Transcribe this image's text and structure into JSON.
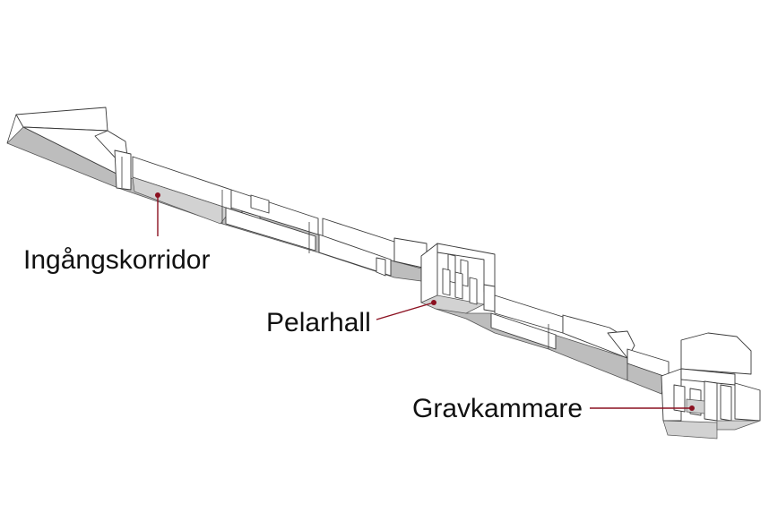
{
  "labels": {
    "entrance": "Ingångskorridor",
    "pillar_hall": "Pelarhall",
    "burial_chamber": "Gravkammare"
  },
  "colors": {
    "leader": "#8b1020",
    "floor": "#bdbdbd",
    "wall_stroke": "#3a3a3a"
  }
}
